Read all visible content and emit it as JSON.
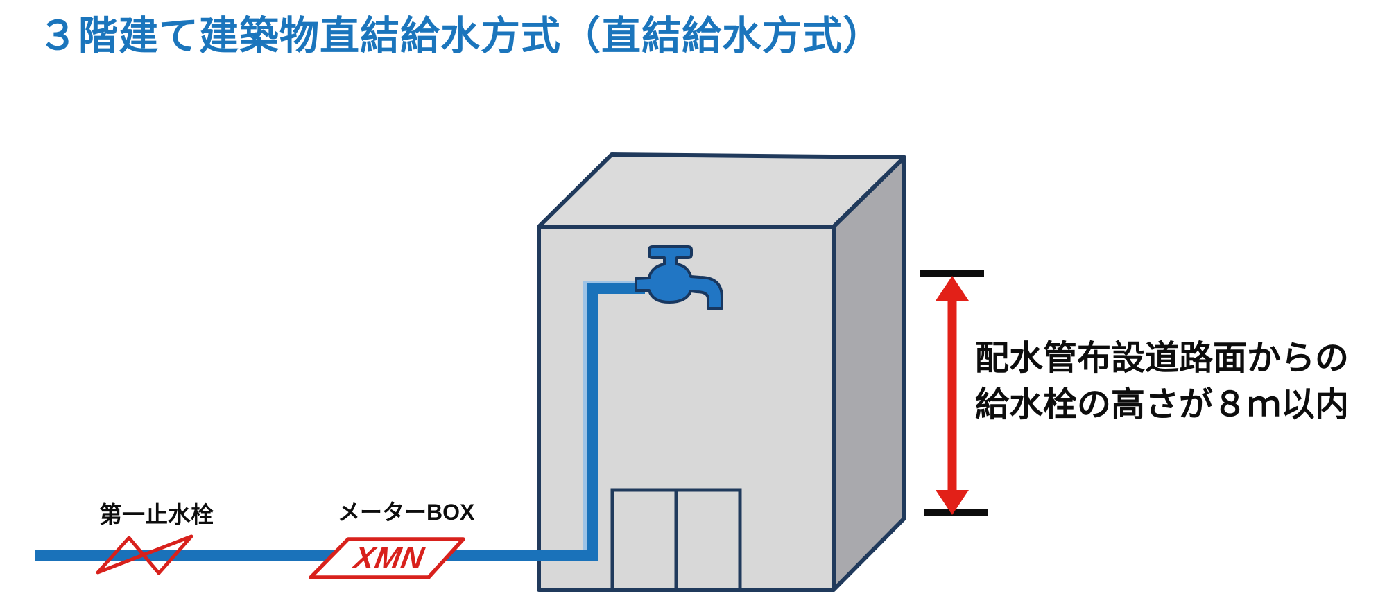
{
  "title": "３階建て建築物直結給水方式（直結給水方式）",
  "labels": {
    "first_stop_valve": "第一止水栓",
    "meter_box": "メーターBOX",
    "meter_symbol_text": "XMN"
  },
  "annotation": {
    "line1": "配水管布設道路面からの",
    "line2": "給水栓の高さが８ｍ以内"
  },
  "colors": {
    "title_blue": "#1b75bc",
    "pipe_blue": "#1a72ba",
    "pipe_highlight": "#9dc3e6",
    "faucet_blue": "#2176c4",
    "outline_navy": "#203a5c",
    "building_front_gray": "#d8d8d8",
    "building_top_gray": "#dbdbdb",
    "building_side_gray": "#a9a9ad",
    "symbol_red": "#d8211c",
    "arrow_red": "#e22018",
    "measure_bar_black": "#0d0d0d"
  }
}
